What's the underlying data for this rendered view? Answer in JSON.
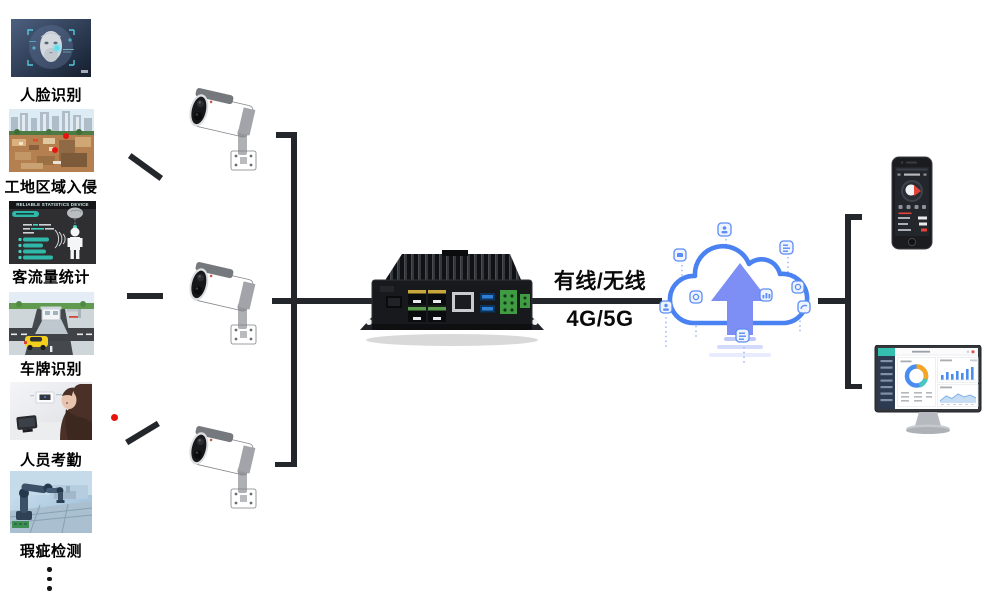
{
  "scenarios": {
    "items": [
      {
        "label": "人脸识别"
      },
      {
        "label": "工地区域入侵"
      },
      {
        "label": "客流量统计",
        "thumb_header": "RELIABLE STATISTICS DEVICE"
      },
      {
        "label": "车牌识别"
      },
      {
        "label": "人员考勤"
      },
      {
        "label": "瑕疵检测"
      }
    ]
  },
  "connection": {
    "label_top": "有线/无线",
    "label_bottom": "4G/5G"
  },
  "icons": {
    "cameras": "cctv-bullet-camera-icon",
    "edge_device": "edge-computing-box-icon",
    "cloud": "cloud-upload-icon",
    "phone": "smartphone-app-icon",
    "monitor": "dashboard-monitor-icon",
    "more": "vertical-ellipsis-icon"
  },
  "colors": {
    "line": "#23272c",
    "red_marker": "#e8120b",
    "cloud_stroke": "#4a82f2",
    "cloud_arrow": "#7d8ef5",
    "accent_teal": "#2fb8aa"
  }
}
